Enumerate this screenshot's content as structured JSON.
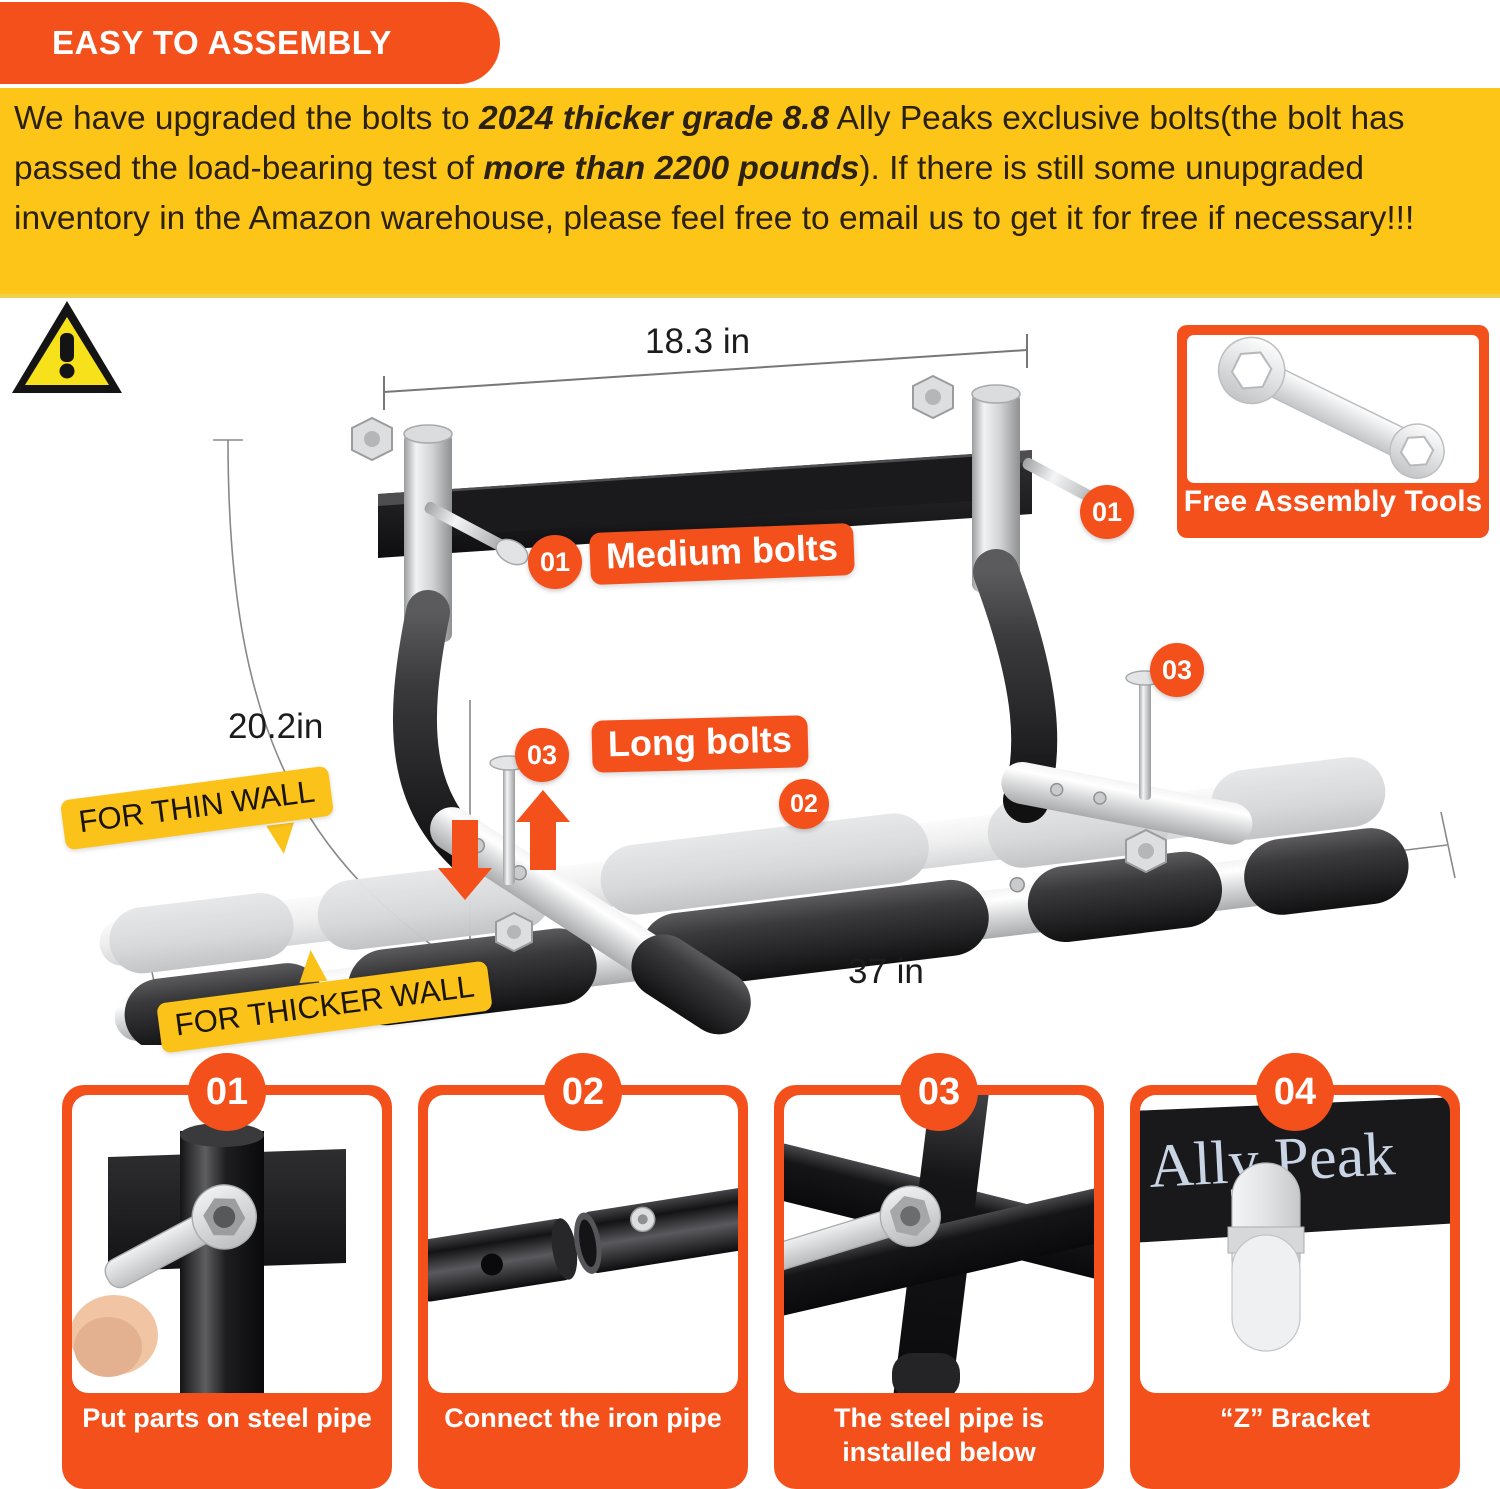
{
  "header": {
    "pill_label": "EASY TO ASSEMBLY",
    "body_parts": [
      {
        "t": "We have upgraded the bolts to ",
        "b": false
      },
      {
        "t": "2024 thicker grade 8.8",
        "b": true
      },
      {
        "t": " Ally Peaks exclusive bolts(the bolt has passed the load-bearing test of ",
        "b": false
      },
      {
        "t": "more than 2200 pounds",
        "b": true
      },
      {
        "t": "). If there is still some unupgraded inventory in the Amazon warehouse, please feel free to email us to get it for free if necessary!!!",
        "b": false
      }
    ],
    "full_text": "We have upgraded the bolts to 2024 thicker grade 8.8 Ally Peaks exclusive bolts(the bolt has passed the load-bearing test of more than 2200 pounds). If there is still some unupgraded inventory in the Amazon warehouse, please feel free to email us to get it for free if necessary!!!"
  },
  "warning_icon": "warning-triangle-icon",
  "dimensions": {
    "width_top": "18.3 in",
    "height_left": "20.2in",
    "length_bottom": "37 in"
  },
  "badges": {
    "b01a": "01",
    "b01b": "01",
    "b02": "02",
    "b03a": "03",
    "b03b": "03"
  },
  "callouts": {
    "medium_bolts": "Medium bolts",
    "long_bolts": "Long bolts",
    "for_thin_wall": "FOR THIN WALL",
    "for_thicker_wall": "FOR THICKER WALL"
  },
  "tools_box": {
    "label": "Free Assembly Tools",
    "icon": "double-box-wrench-icon"
  },
  "steps": [
    {
      "num": "01",
      "caption": "Put parts on steel pipe",
      "image": "hand-wrench-tightening-nut-on-black-pipe"
    },
    {
      "num": "02",
      "caption": "Connect the iron pipe",
      "image": "two-black-pipes-joining"
    },
    {
      "num": "03",
      "caption": "The steel pipe is installed below",
      "image": "wrench-on-crossed-black-pipes"
    },
    {
      "num": "04",
      "caption": "“Z”  Bracket",
      "image": "z-bracket-on-branded-plate",
      "brand_text": "Ally Peak"
    }
  ],
  "colors": {
    "orange": "#F3501C",
    "yellow": "#FCC517",
    "callout_yellow": "#FBC21A",
    "black": "#1c1c1c",
    "white": "#ffffff"
  }
}
